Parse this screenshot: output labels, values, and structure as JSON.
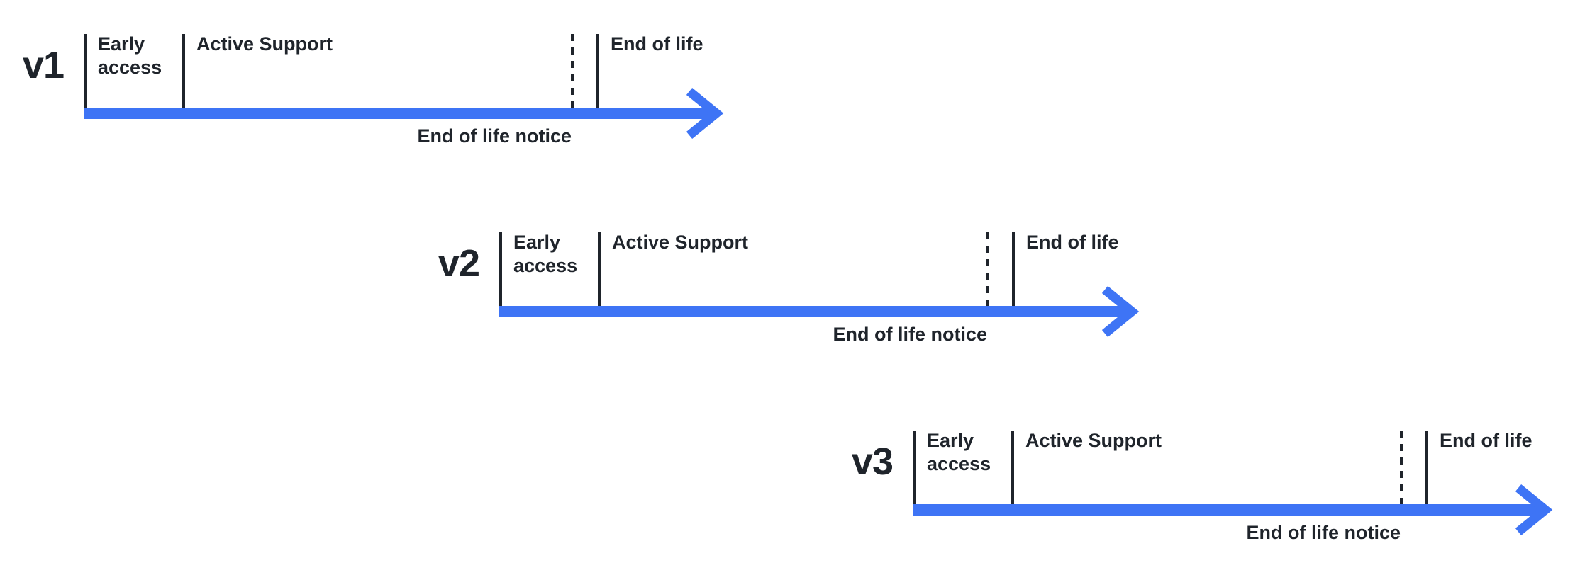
{
  "colors": {
    "arrow_blue": "#3e74f5",
    "ink": "#1f242b",
    "background": "#ffffff"
  },
  "timelines": [
    {
      "version": "v1",
      "early_access_label": "Early access",
      "active_support_label": "Active Support",
      "end_of_life_label": "End of life",
      "end_of_life_notice_label": "End of life notice"
    },
    {
      "version": "v2",
      "early_access_label": "Early access",
      "active_support_label": "Active Support",
      "end_of_life_label": "End of life",
      "end_of_life_notice_label": "End of life notice"
    },
    {
      "version": "v3",
      "early_access_label": "Early access",
      "active_support_label": "Active Support",
      "end_of_life_label": "End of life",
      "end_of_life_notice_label": "End of life notice"
    }
  ]
}
